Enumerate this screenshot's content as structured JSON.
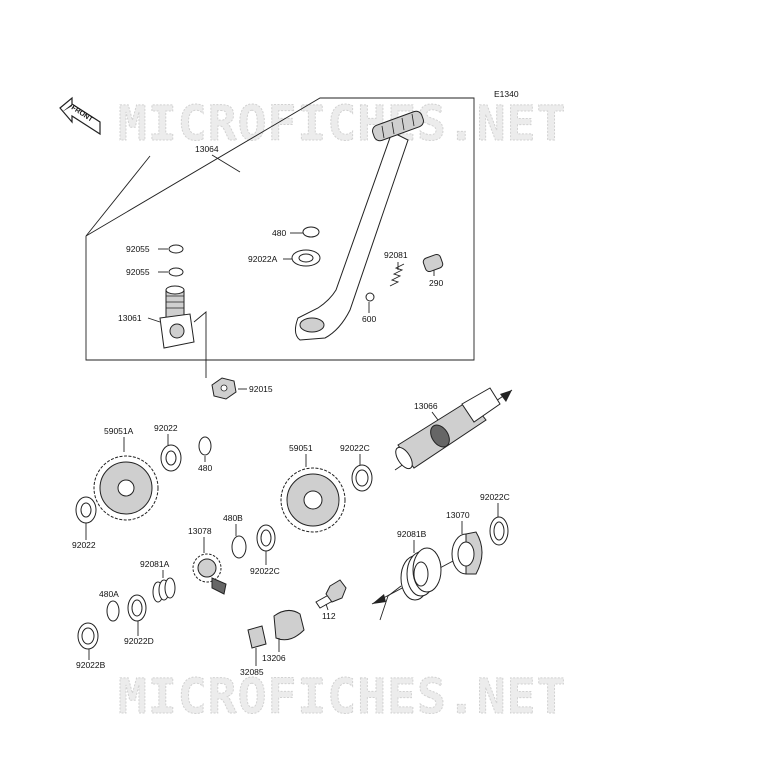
{
  "diagram_code": "E1340",
  "front_label": "FRONT",
  "watermark": "MICROFICHES.NET",
  "parts": {
    "p13064": "13064",
    "p92055a": "92055",
    "p92055b": "92055",
    "p13061": "13061",
    "p480top": "480",
    "p92022A": "92022A",
    "p92081": "92081",
    "p290": "290",
    "p600": "600",
    "p92015": "92015",
    "p13066": "13066",
    "p59051A": "59051A",
    "p92022top": "92022",
    "p480mid": "480",
    "p59051": "59051",
    "p92022Cmid": "92022C",
    "p92022left": "92022",
    "p480B": "480B",
    "p13078": "13078",
    "p92022Cbelow": "92022C",
    "p92081A": "92081A",
    "p480A": "480A",
    "p92022D": "92022D",
    "p92022B": "92022B",
    "p112": "112",
    "p32085": "32085",
    "p13206": "13206",
    "p92081B": "92081B",
    "p13070": "13070",
    "p92022Cright": "92022C"
  }
}
